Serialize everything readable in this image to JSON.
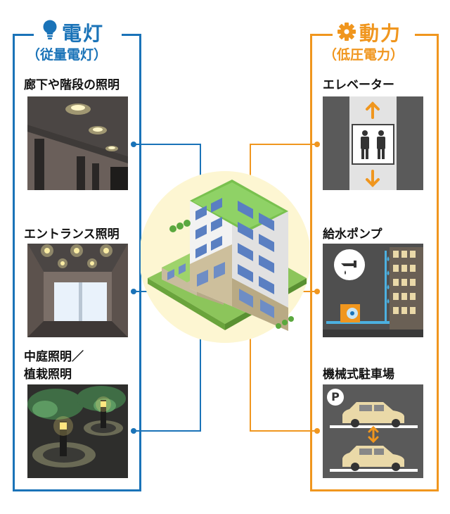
{
  "left": {
    "title": "電灯",
    "subtitle": "（従量電灯）",
    "color": "#1a73b8",
    "icon": "lightbulb-icon",
    "items": [
      {
        "label": "廊下や階段の照明"
      },
      {
        "label": "エントランス照明"
      },
      {
        "label_line1": "中庭照明／",
        "label_line2": "植栽照明"
      }
    ]
  },
  "right": {
    "title": "動力",
    "subtitle": "（低圧電力）",
    "color": "#f0961e",
    "icon": "gear-icon",
    "items": [
      {
        "label": "エレベーター"
      },
      {
        "label": "給水ポンプ"
      },
      {
        "label": "機械式駐車場",
        "badge": "P"
      }
    ]
  }
}
